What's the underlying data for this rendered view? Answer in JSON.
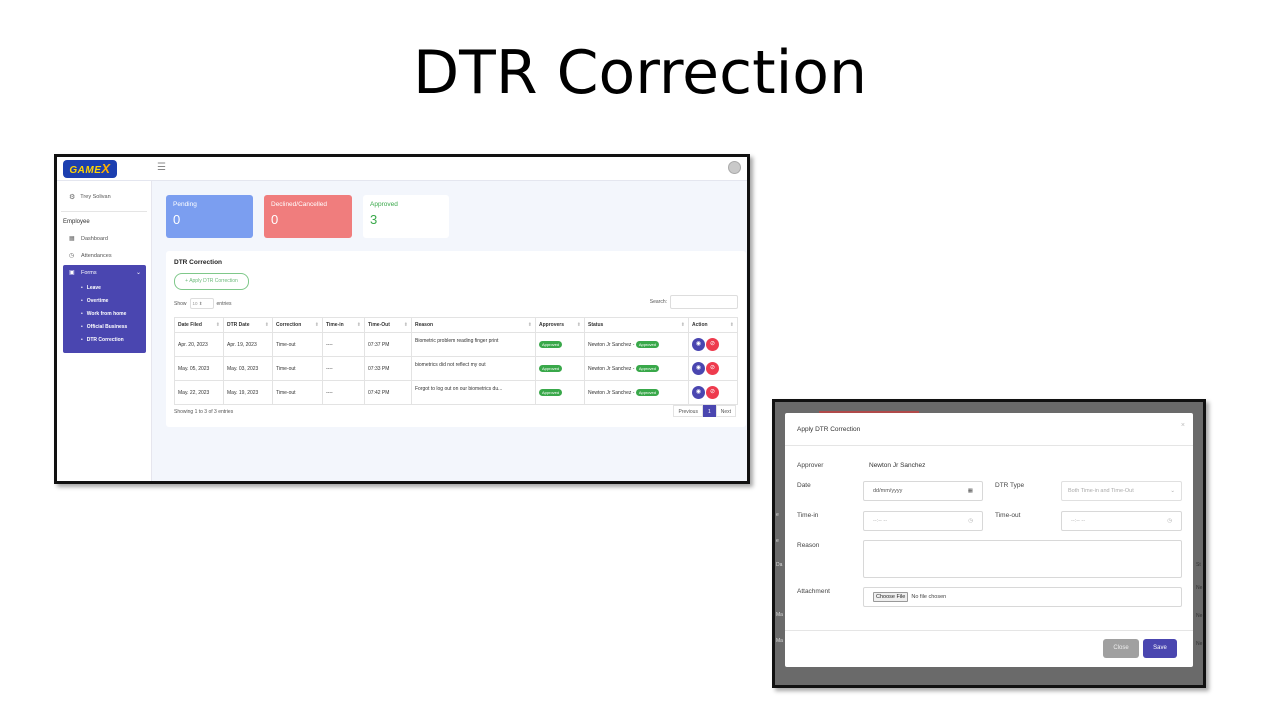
{
  "slide": {
    "title": "DTR Correction"
  },
  "app": {
    "logo_text": "GAME",
    "logo_x": "X",
    "user_name": "Trey Solivan",
    "section": "Employee",
    "nav": {
      "dashboard": "Dashboard",
      "attendance": "Attendances",
      "forms": "Forms"
    },
    "forms_sub": [
      "Leave",
      "Overtime",
      "Work from home",
      "Official Business",
      "DTR Correction"
    ]
  },
  "cards": {
    "pending": {
      "label": "Pending",
      "value": "0"
    },
    "declined": {
      "label": "Declined/Cancelled",
      "value": "0"
    },
    "approved": {
      "label": "Approved",
      "value": "3"
    }
  },
  "panel": {
    "title": "DTR Correction",
    "apply_button": "+ Apply DTR Correction",
    "show_label": "Show",
    "show_value": "10",
    "entries_label": "entries",
    "search_label": "Search:",
    "columns": [
      "Date Filed",
      "DTR Date",
      "Correction",
      "Time-in",
      "Time-Out",
      "Reason",
      "Approvers",
      "Status",
      "Action"
    ],
    "rows": [
      {
        "filed": "Apr. 20, 2023",
        "dtr": "Apr. 19, 2023",
        "correction": "Time-out",
        "timein": "----",
        "timeout": "07:37 PM",
        "reason": "Biometric problem reading finger print",
        "approvers": "Approved",
        "status_name": "Newton Jr Sanchez -",
        "status_badge": "Approved"
      },
      {
        "filed": "May. 05, 2023",
        "dtr": "May. 03, 2023",
        "correction": "Time-out",
        "timein": "----",
        "timeout": "07:33 PM",
        "reason": "biometrics did not reflect my out",
        "approvers": "Approved",
        "status_name": "Newton Jr Sanchez -",
        "status_badge": "Approved"
      },
      {
        "filed": "May. 22, 2023",
        "dtr": "May. 19, 2023",
        "correction": "Time-out",
        "timein": "----",
        "timeout": "07:42 PM",
        "reason": "Forgot to log out on our biometrics du...",
        "approvers": "Approved",
        "status_name": "Newton Jr Sanchez -",
        "status_badge": "Approved"
      }
    ],
    "info": "Showing 1 to 3 of 3 entries",
    "pager": {
      "prev": "Previous",
      "page": "1",
      "next": "Next"
    }
  },
  "modal": {
    "title": "Apply DTR Correction",
    "close_x": "×",
    "approver_label": "Approver",
    "approver_value": "Newton Jr Sanchez",
    "date_label": "Date",
    "date_placeholder": "dd/mm/yyyy",
    "dtr_type_label": "DTR Type",
    "dtr_type_value": "Both Time-in and Time-Out",
    "timein_label": "Time-in",
    "timein_placeholder": "--:-- --",
    "timeout_label": "Time-out",
    "timeout_placeholder": "--:-- --",
    "reason_label": "Reason",
    "attachment_label": "Attachment",
    "choose_file": "Choose File",
    "no_file": "No file chosen",
    "close_button": "Close",
    "save_button": "Save"
  },
  "behind_modal": {
    "left_a": "e",
    "left_b": "e",
    "left_c": "Da",
    "left_d": "Ma",
    "left_e": "Ma",
    "right_a": "St",
    "right_b": "Ne",
    "right_c": "Ne",
    "right_d": "Ne"
  }
}
